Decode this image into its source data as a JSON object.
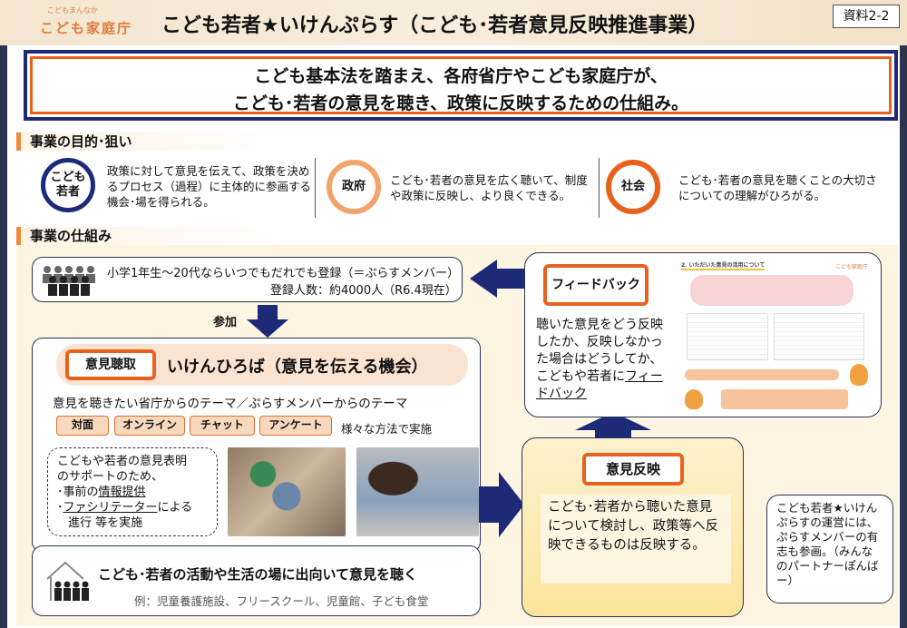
{
  "header": {
    "logo_tagline": "こどもまんなか",
    "logo": "こども家庭庁",
    "title": "こども若者★いけんぷらす（こども･若者意見反映推進事業）",
    "doc_ref": "資料2-2"
  },
  "banner": {
    "line1": "こども基本法を踏まえ、各府省庁やこども家庭庁が、",
    "line2": "こども･若者の意見を聴き、政策に反映するための仕組み。"
  },
  "purpose": {
    "heading": "事業の目的･狙い",
    "items": [
      {
        "label": "こども\n若者",
        "text": "政策に対して意見を伝えて、政策を決めるプロセス（過程）に主体的に参画する機会･場を得られる。"
      },
      {
        "label": "政府",
        "text": "こども･若者の意見を広く聴いて、制度や政策に反映し、より良くできる。"
      },
      {
        "label": "社会",
        "text": "こども･若者の意見を聴くことの大切さについての理解がひろがる。"
      }
    ]
  },
  "mechanism": {
    "heading": "事業の仕組み",
    "registration": {
      "line1": "小学1年生～20代ならいつでもだれでも登録（＝ぷらすメンバー）",
      "line2": "登録人数：約4000人（R6.4現在）"
    },
    "join_label": "参加",
    "hearing": {
      "badge": "意見聴取",
      "title": "いけんひろば（意見を伝える機会）",
      "themes": "意見を聴きたい省庁からのテーマ／ぷらすメンバーからのテーマ",
      "tags": [
        "対面",
        "オンライン",
        "チャット",
        "アンケート"
      ],
      "tags_note": "様々な方法で実施",
      "support": {
        "line1": "こどもや若者の意見表明",
        "line2": "のサポートのため、",
        "line3_prefix": "･事前の",
        "line3_u": "情報提供",
        "line4_prefix": "･",
        "line4_u": "ファシリテーター",
        "line4_suffix": "による",
        "line5": "進行  等を実施"
      }
    },
    "outreach": {
      "title": "こども･若者の活動や生活の場に出向いて意見を聴く",
      "examples": "例：児童養護施設、フリースクール、児童館、子ども食堂"
    },
    "feedback": {
      "badge": "フィードバック",
      "text": "聴いた意見をどう反映したか、反映しなかった場合はどうしてか、こどもや若者に",
      "text_u": "フィードバック",
      "doc_heading": "2. いただいた意見の活用について",
      "doc_logo": "こども家庭庁"
    },
    "reflection": {
      "badge": "意見反映",
      "text": "こども･若者から聴いた意見について検討し、政策等へ反映できるものは反映する。"
    },
    "note": "こども若者★いけんぷらすの運営には、ぷらすメンバーの有志も参画。（みんなのパートナーぽんばー）"
  },
  "colors": {
    "navy": "#1c2a78",
    "orange": "#e8621e",
    "light_orange": "#f2a46c"
  }
}
